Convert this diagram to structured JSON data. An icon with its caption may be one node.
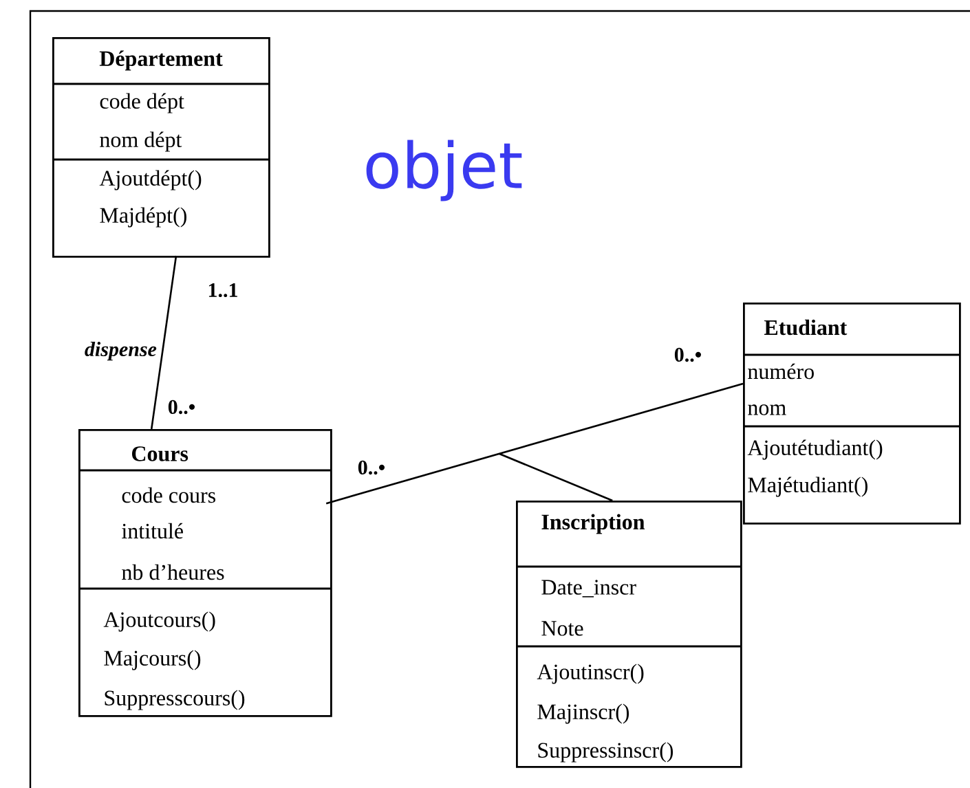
{
  "diagram": {
    "title": "objet",
    "nodes": [
      {
        "text": [
          "Département",
          "code dépt",
          "nom dépt",
          "Ajoutdépt()",
          "Majdépt()"
        ]
      },
      {
        "text": [
          "Cours",
          "code cours",
          "intitulé",
          "nb d’heures",
          "Ajoutcours()",
          "Majcours()",
          "Suppresscours()"
        ]
      },
      {
        "text": [
          "Etudiant",
          "numéro",
          "nom",
          "Ajoutétudiant()",
          "Majétudiant()"
        ]
      },
      {
        "text": [
          "Inscription",
          "Date_inscr",
          "Note",
          "Ajoutinscr()",
          "Majinscr()",
          "Suppressinscr()"
        ]
      }
    ],
    "edges": [
      {
        "from": 0,
        "to": 1,
        "arrow": "none",
        "label": "dispense"
      },
      {
        "from": 1,
        "to": 2,
        "arrow": "none"
      },
      {
        "from": 3,
        "to": null,
        "arrow": "none"
      }
    ],
    "labels": [
      "1..1",
      "0..•",
      "0..•",
      "0..•"
    ]
  }
}
